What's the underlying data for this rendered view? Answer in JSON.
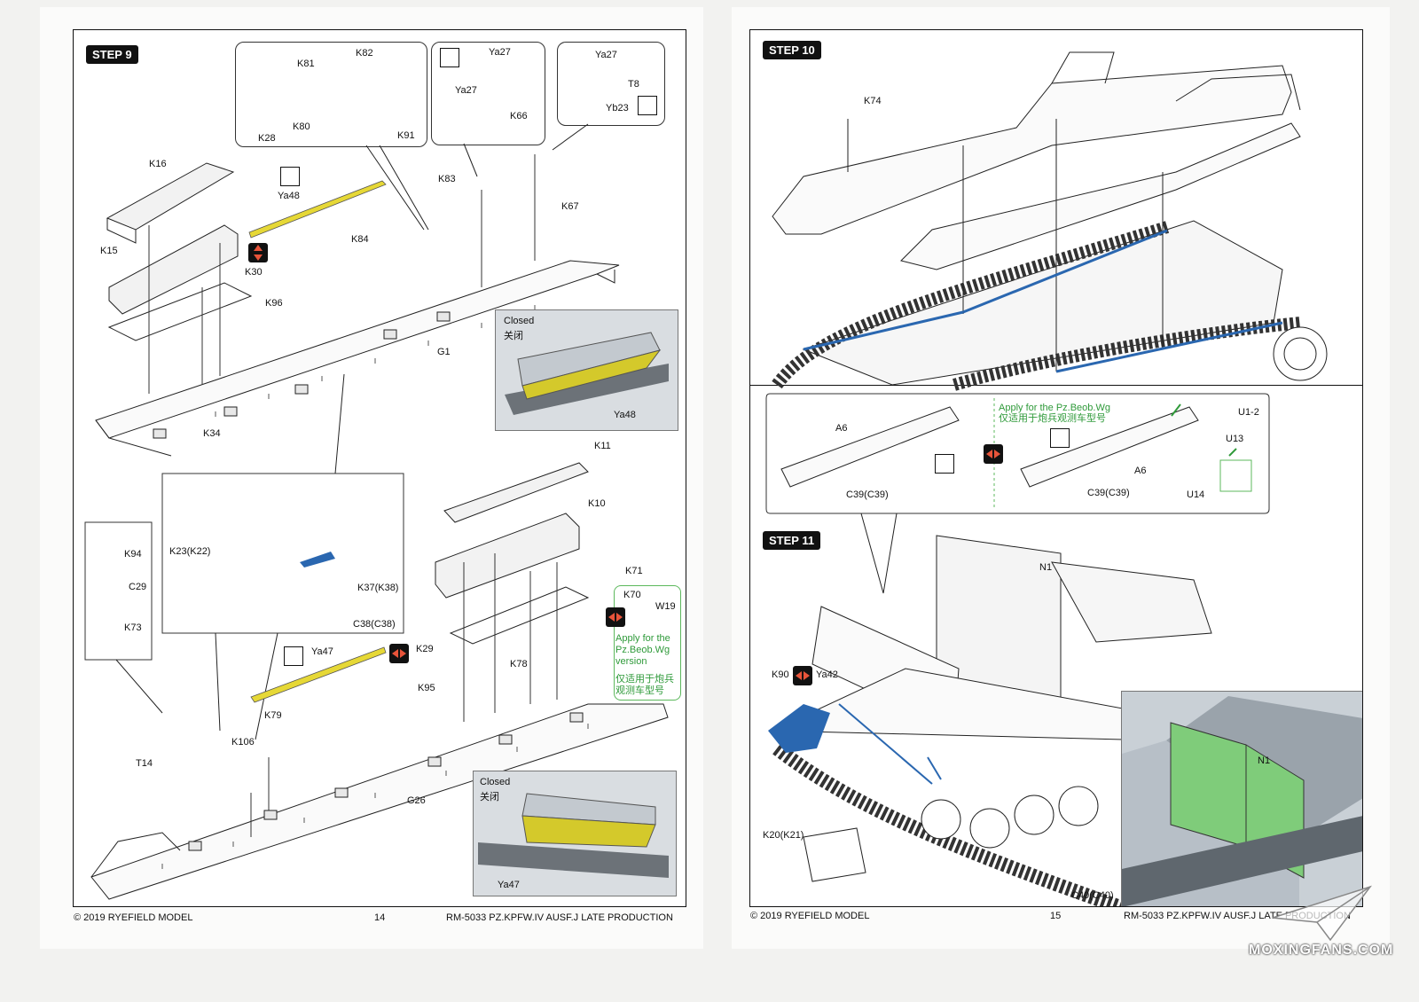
{
  "left_page": {
    "step_label": "STEP 9",
    "page_number": "14",
    "copyright": "© 2019 RYEFIELD MODEL",
    "product": "RM-5033 PZ.KPFW.IV AUSF.J LATE PRODUCTION",
    "part_labels": [
      "K82",
      "K81",
      "K28",
      "K80",
      "K91",
      "Ya27",
      "Ya27",
      "K66",
      "Ya27",
      "T8",
      "Yb23",
      "K16",
      "Ya48",
      "K83",
      "K67",
      "K15",
      "K84",
      "K30",
      "K96",
      "G1",
      "K34",
      "K11",
      "K10",
      "K94",
      "C29",
      "K73",
      "K23(K22)",
      "K37(K38)",
      "C38(C38)",
      "Ya47",
      "K71",
      "K70",
      "W19",
      "K29",
      "K78",
      "K95",
      "K79",
      "K106",
      "T14",
      "G26",
      "Ya48",
      "Ya47"
    ],
    "closed_inset_top": {
      "title": "Closed",
      "title_cn": "关闭",
      "part": "Ya48"
    },
    "closed_inset_bottom": {
      "title": "Closed",
      "title_cn": "关闭",
      "part": "Ya47"
    },
    "version_note": {
      "en": "Apply for the Pz.Beob.Wg version",
      "cn": "仅适用于炮兵观测车型号"
    }
  },
  "right_page": {
    "step10_label": "STEP 10",
    "step11_label": "STEP 11",
    "page_number": "15",
    "copyright": "© 2019 RYEFIELD MODEL",
    "product": "RM-5033 PZ.KPFW.IV AUSF.J LATE PRODUCTION",
    "part_labels": [
      "K74",
      "A6",
      "C39(C39)",
      "U1-2",
      "U13",
      "A6",
      "C39(C39)",
      "U14",
      "N1",
      "K90",
      "Ya42",
      "K20(K21)",
      "C40(C40)",
      "N1"
    ],
    "version_note": {
      "en": "Apply for the Pz.Beob.Wg",
      "cn": "仅适用于炮兵观测车型号"
    }
  },
  "watermark": "MOXINGFANS.COM",
  "colors": {
    "photo_etch_yellow": "#e6d836",
    "highlight_blue": "#2a67b0",
    "green_note": "#2f9a3a",
    "flip_icon": "#e8543a",
    "inset_green": "#7fcc7a"
  }
}
